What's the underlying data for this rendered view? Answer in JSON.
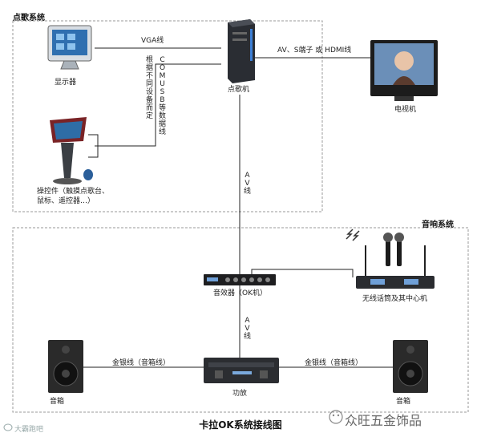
{
  "sections": {
    "top": "点歌系统",
    "bottom": "音响系统"
  },
  "devices": {
    "monitor": "显示器",
    "pc": "点歌机",
    "tv": "电视机",
    "controller_line1": "操控件（触摸点歌台、",
    "controller_line2": "鼠标、遥控器…）",
    "effector": "音效器（OK机）",
    "wireless": "无线话筒及其中心机",
    "speaker_left": "音箱",
    "amplifier": "功放",
    "speaker_right": "音箱"
  },
  "connections": {
    "vga": "VGA线",
    "av_tv": "AV、S端子 或 HDMI线",
    "com_usb": "COM USB等数据线",
    "depends": "根据不同设备而定",
    "av_down": "AV线",
    "av_down2": "AV线",
    "gold_left": "金银线（音箱线）",
    "gold_right": "金银线（音箱线）"
  },
  "title": "卡拉OK系统接线图",
  "watermark": {
    "left": "大霸跑吧",
    "right": "众旺五金饰品"
  }
}
